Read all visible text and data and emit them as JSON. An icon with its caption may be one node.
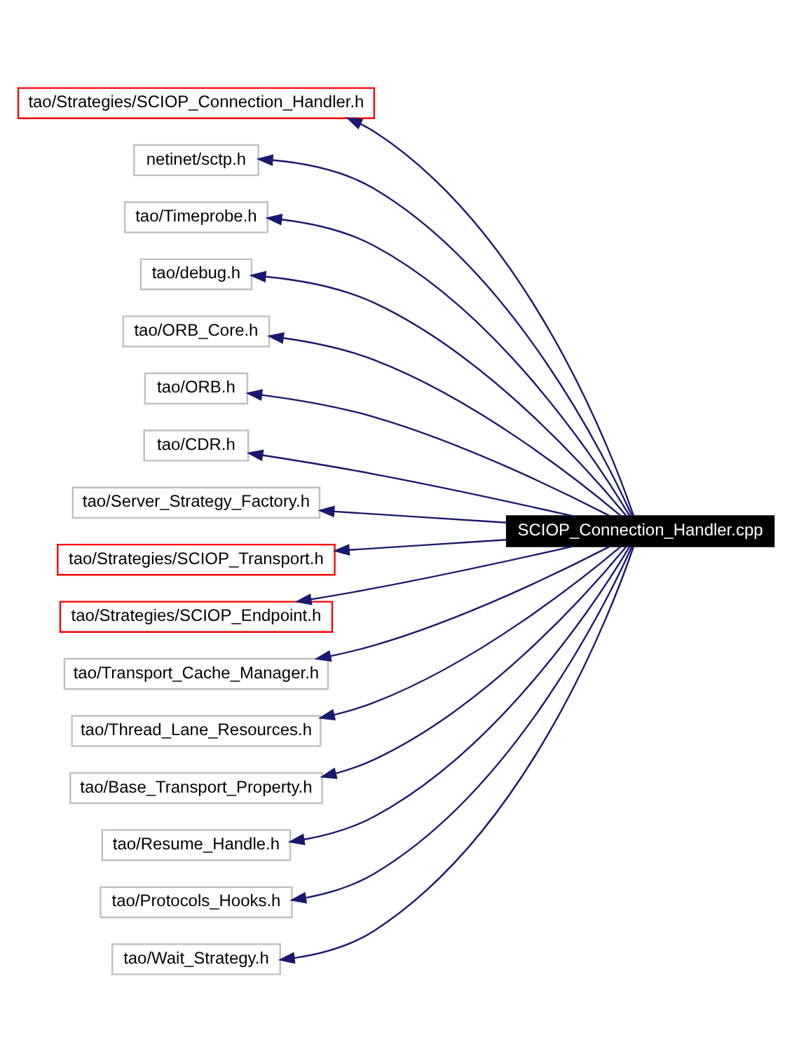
{
  "diagram": {
    "nodes": [
      {
        "text": [
          "SCIOP_Connection_Handler.cpp"
        ]
      },
      {
        "text": [
          "tao/Strategies/SCIOP_Connection_Handler.h"
        ]
      },
      {
        "text": [
          "netinet/sctp.h"
        ]
      },
      {
        "text": [
          "tao/Timeprobe.h"
        ]
      },
      {
        "text": [
          "tao/debug.h"
        ]
      },
      {
        "text": [
          "tao/ORB_Core.h"
        ]
      },
      {
        "text": [
          "tao/ORB.h"
        ]
      },
      {
        "text": [
          "tao/CDR.h"
        ]
      },
      {
        "text": [
          "tao/Server_Strategy_Factory.h"
        ]
      },
      {
        "text": [
          "tao/Strategies/SCIOP_Transport.h"
        ]
      },
      {
        "text": [
          "tao/Strategies/SCIOP_Endpoint.h"
        ]
      },
      {
        "text": [
          "tao/Transport_Cache_Manager.h"
        ]
      },
      {
        "text": [
          "tao/Thread_Lane_Resources.h"
        ]
      },
      {
        "text": [
          "tao/Base_Transport_Property.h"
        ]
      },
      {
        "text": [
          "tao/Resume_Handle.h"
        ]
      },
      {
        "text": [
          "tao/Protocols_Hooks.h"
        ]
      },
      {
        "text": [
          "tao/Wait_Strategy.h"
        ]
      }
    ],
    "edges": [
      {
        "from": 0,
        "to": 1,
        "arrow": "to"
      },
      {
        "from": 0,
        "to": 2,
        "arrow": "to"
      },
      {
        "from": 0,
        "to": 3,
        "arrow": "to"
      },
      {
        "from": 0,
        "to": 4,
        "arrow": "to"
      },
      {
        "from": 0,
        "to": 5,
        "arrow": "to"
      },
      {
        "from": 0,
        "to": 6,
        "arrow": "to"
      },
      {
        "from": 0,
        "to": 7,
        "arrow": "to"
      },
      {
        "from": 0,
        "to": 8,
        "arrow": "to"
      },
      {
        "from": 0,
        "to": 9,
        "arrow": "to"
      },
      {
        "from": 0,
        "to": 10,
        "arrow": "to"
      },
      {
        "from": 0,
        "to": 11,
        "arrow": "to"
      },
      {
        "from": 0,
        "to": 12,
        "arrow": "to"
      },
      {
        "from": 0,
        "to": 13,
        "arrow": "to"
      },
      {
        "from": 0,
        "to": 14,
        "arrow": "to"
      },
      {
        "from": 0,
        "to": 15,
        "arrow": "to"
      },
      {
        "from": 0,
        "to": 16,
        "arrow": "to"
      }
    ]
  }
}
